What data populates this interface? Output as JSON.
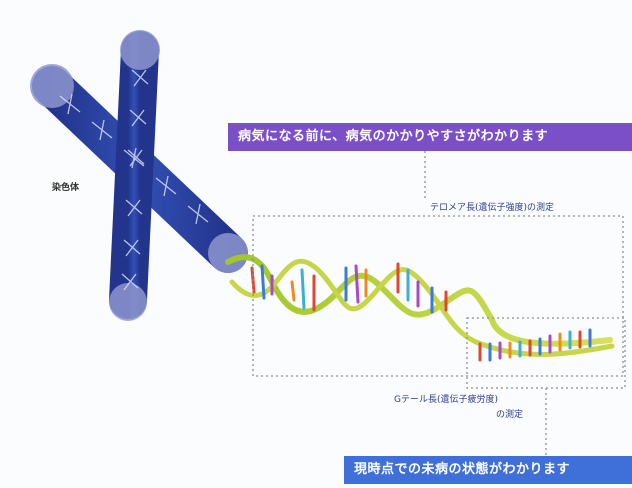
{
  "labels": {
    "chromosome": "染色体",
    "telomere_measure": "テロメア長(遺伝子強度)の測定",
    "gtail_measure_line1": "Gテール長(遺伝子疲労度)",
    "gtail_measure_line2": "の測定"
  },
  "banners": {
    "top": "病気になる前に、病気のかかりやすさがわかります",
    "bottom": "現時点での未病の状態がわかります"
  },
  "colors": {
    "purple": "#7a4fc7",
    "blue": "#3f6fd8",
    "chromosome": "#2d3f9a",
    "helix": "#b7d43b"
  }
}
